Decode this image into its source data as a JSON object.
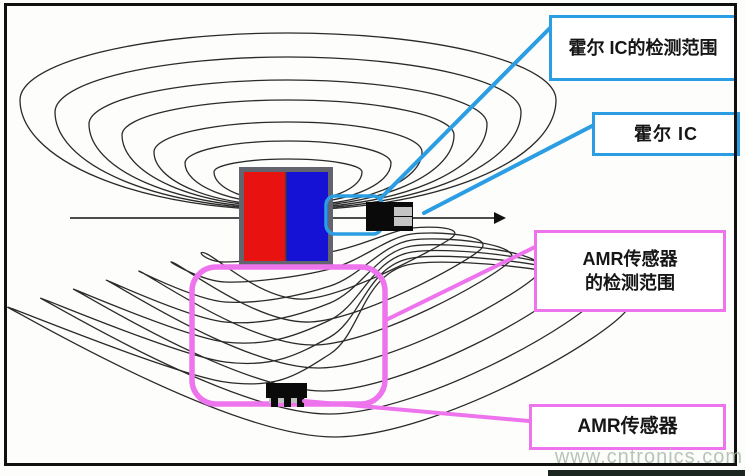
{
  "callouts": {
    "hall_range": {
      "label": "霍尔 IC的检测范围"
    },
    "hall_ic": {
      "label": "霍尔 IC"
    },
    "amr_range": {
      "label_line1": "AMR传感器",
      "label_line2": "的检测范围"
    },
    "amr_sensor": {
      "label": "AMR传感器"
    }
  },
  "watermark": "www.cntronics.com",
  "colors": {
    "hall_accent": "#2b9de2",
    "amr_accent": "#ee74ee",
    "magnet_red": "#e81210",
    "magnet_blue": "#1512d6",
    "magnet_frame": "#64646e",
    "field_line": "#2a2a2a",
    "component_black": "#0a0a0a",
    "watermark_color": "#afbfaf"
  },
  "diagram": {
    "type": "magnetic-field-sensor-diagram",
    "magnet_poles": [
      "red-pole-left",
      "blue-pole-right"
    ],
    "components": [
      "hall-ic",
      "amr-sensor"
    ],
    "field_line_families": [
      "upper-loops",
      "lower-loops"
    ]
  }
}
